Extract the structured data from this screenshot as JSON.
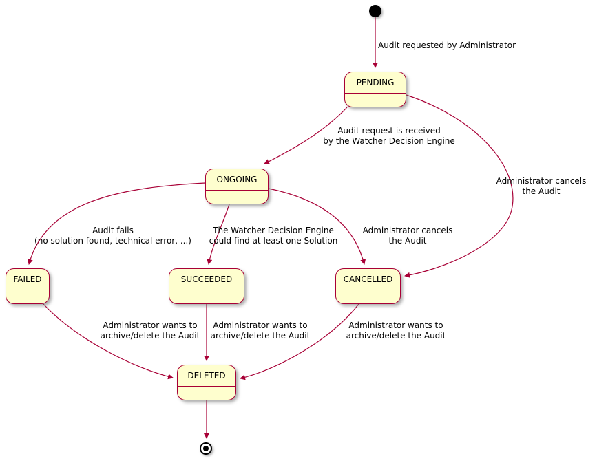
{
  "diagram": {
    "type": "state-diagram",
    "colors": {
      "state_fill": "#FEFECE",
      "state_border": "#A80036",
      "arrow": "#A80036",
      "text": "#000000",
      "background": "#FFFFFF"
    },
    "states": {
      "pending": "PENDING",
      "ongoing": "ONGOING",
      "failed": "FAILED",
      "succeeded": "SUCCEEDED",
      "cancelled": "CANCELLED",
      "deleted": "DELETED"
    },
    "edges": {
      "init_to_pending": "Audit requested by Administrator",
      "pending_to_ongoing": "Audit request is received\nby the Watcher Decision Engine",
      "ongoing_to_failed": "Audit fails\n(no solution found, technical error, ...)",
      "ongoing_to_succeeded": "The Watcher Decision Engine\ncould find at least one Solution",
      "ongoing_to_cancelled": "Administrator cancels\nthe Audit",
      "pending_to_cancelled": "Administrator cancels\nthe Audit",
      "failed_to_deleted": "Administrator wants to\narchive/delete the Audit",
      "succeeded_to_deleted": "Administrator wants to\narchive/delete the Audit",
      "cancelled_to_deleted": "Administrator wants to\narchive/delete the Audit"
    }
  }
}
